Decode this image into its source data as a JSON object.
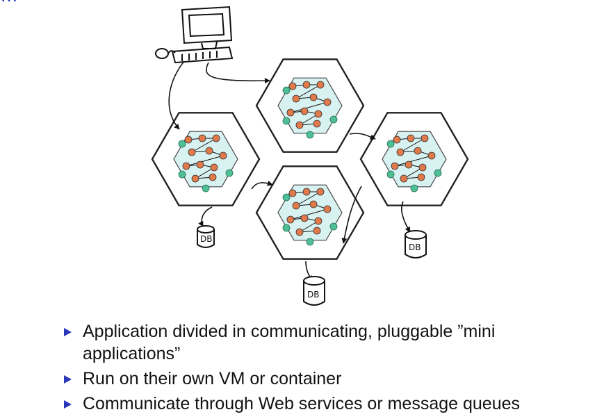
{
  "header": {
    "title_fragment": "…"
  },
  "diagram": {
    "db_labels": [
      "DB",
      "DB",
      "DB"
    ]
  },
  "bullets": [
    "Application divided in communicating, pluggable ”mini applications”",
    "Run on their own VM or container",
    "Communicate through Web services or message queues"
  ],
  "colors": {
    "bullet_marker": "#2a35b8",
    "hex_fill": "#d8f2f2",
    "node_fill": "#e07a4a",
    "port_fill": "#4fbf96"
  },
  "icons": [
    "computer-icon",
    "keyboard-icon",
    "mouse-icon",
    "database-icon"
  ]
}
